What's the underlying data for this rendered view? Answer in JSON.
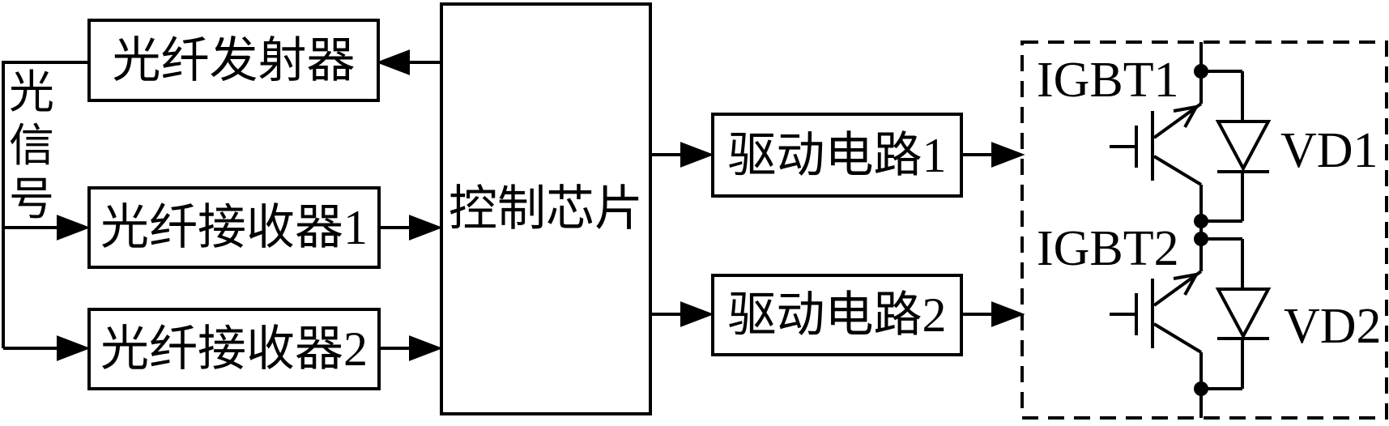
{
  "diagram": {
    "background_color": "#ffffff",
    "line_color": "#000000",
    "signal_label": {
      "text": "光信号",
      "chars": [
        "光",
        "信",
        "号"
      ]
    },
    "blocks": {
      "transmitter": "光纤发射器",
      "receiver1": "光纤接收器1",
      "receiver2": "光纤接收器2",
      "controller": "控制芯片",
      "driver1": "驱动电路1",
      "driver2": "驱动电路2"
    },
    "igbt_module": {
      "igbt1": "IGBT1",
      "igbt2": "IGBT2",
      "vd1": "VD1",
      "vd2": "VD2"
    }
  }
}
